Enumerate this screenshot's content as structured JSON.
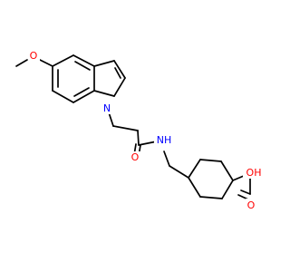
{
  "molecule": {
    "atom_labels": {
      "methoxy_oxygen": "O",
      "indole_nitrogen": "N",
      "amide_nitrogen": "NH",
      "amide_oxygen": "O",
      "acid_group": "OH",
      "acid_carbonyl_oxygen": "O"
    },
    "colors": {
      "bond": "#000000",
      "oxygen": "#ff0000",
      "nitrogen": "#0000ff"
    }
  }
}
